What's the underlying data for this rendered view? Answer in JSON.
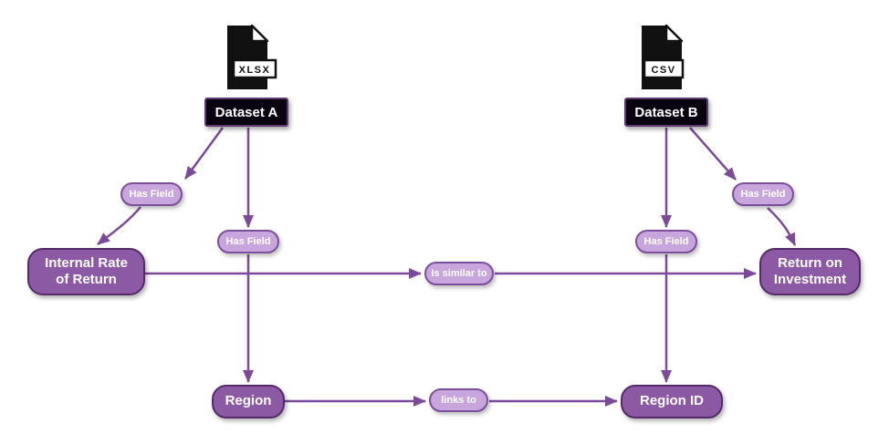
{
  "diagram": {
    "title_hint": "dataset field relationship graph",
    "colors": {
      "background": "#ffffff",
      "entity_fill": "#8c5aa5",
      "entity_border": "#552a68",
      "pill_fill": "#c9a5de",
      "pill_border": "#7b4f99",
      "edge": "#7b4a99",
      "dataset_bg": "#0a0410",
      "dataset_border": "#5d3a70",
      "text_on_dark": "#ffffff",
      "file_icon": "#111111"
    },
    "files": {
      "a": {
        "badge": "XLSX"
      },
      "b": {
        "badge": "CSV"
      }
    },
    "datasets": {
      "a": {
        "label": "Dataset A"
      },
      "b": {
        "label": "Dataset B"
      }
    },
    "nodes": {
      "irr": {
        "line1": "Internal Rate",
        "line2": "of Return"
      },
      "roi": {
        "line1": "Return on",
        "line2": "Investment"
      },
      "region": {
        "label": "Region"
      },
      "region_id": {
        "label": "Region ID"
      }
    },
    "edge_labels": {
      "has_field": "Has Field",
      "is_similar_to": "Is similar to",
      "links_to": "links to"
    }
  }
}
